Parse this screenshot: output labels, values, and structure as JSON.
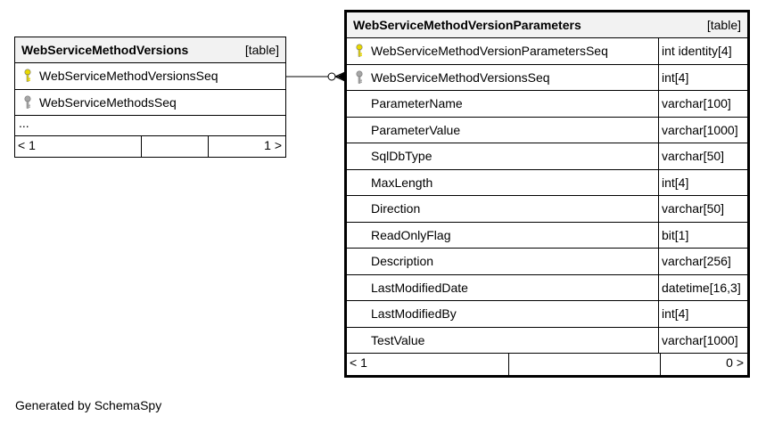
{
  "left_table": {
    "name": "WebServiceMethodVersions",
    "kind": "[table]",
    "columns": [
      {
        "name": "WebServiceMethodVersionsSeq",
        "icon": "primary-key-icon"
      },
      {
        "name": "WebServiceMethodsSeq",
        "icon": "foreign-key-icon"
      }
    ],
    "more": "...",
    "footer": {
      "left": "< 1",
      "right": "1 >"
    }
  },
  "right_table": {
    "name": "WebServiceMethodVersionParameters",
    "kind": "[table]",
    "columns": [
      {
        "name": "WebServiceMethodVersionParametersSeq",
        "type": "int identity[4]",
        "icon": "primary-key-icon"
      },
      {
        "name": "WebServiceMethodVersionsSeq",
        "type": "int[4]",
        "icon": "foreign-key-icon"
      },
      {
        "name": "ParameterName",
        "type": "varchar[100]",
        "icon": ""
      },
      {
        "name": "ParameterValue",
        "type": "varchar[1000]",
        "icon": ""
      },
      {
        "name": "SqlDbType",
        "type": "varchar[50]",
        "icon": ""
      },
      {
        "name": "MaxLength",
        "type": "int[4]",
        "icon": ""
      },
      {
        "name": "Direction",
        "type": "varchar[50]",
        "icon": ""
      },
      {
        "name": "ReadOnlyFlag",
        "type": "bit[1]",
        "icon": ""
      },
      {
        "name": "Description",
        "type": "varchar[256]",
        "icon": ""
      },
      {
        "name": "LastModifiedDate",
        "type": "datetime[16,3]",
        "icon": ""
      },
      {
        "name": "LastModifiedBy",
        "type": "int[4]",
        "icon": ""
      },
      {
        "name": "TestValue",
        "type": "varchar[1000]",
        "icon": ""
      }
    ],
    "footer": {
      "left": "< 1",
      "right": "0 >"
    }
  },
  "colors": {
    "primary_key": "#e8d800",
    "foreign_key": "#a6a6a6",
    "header_bg": "#f2f2f2"
  },
  "footer_text": "Generated by SchemaSpy"
}
